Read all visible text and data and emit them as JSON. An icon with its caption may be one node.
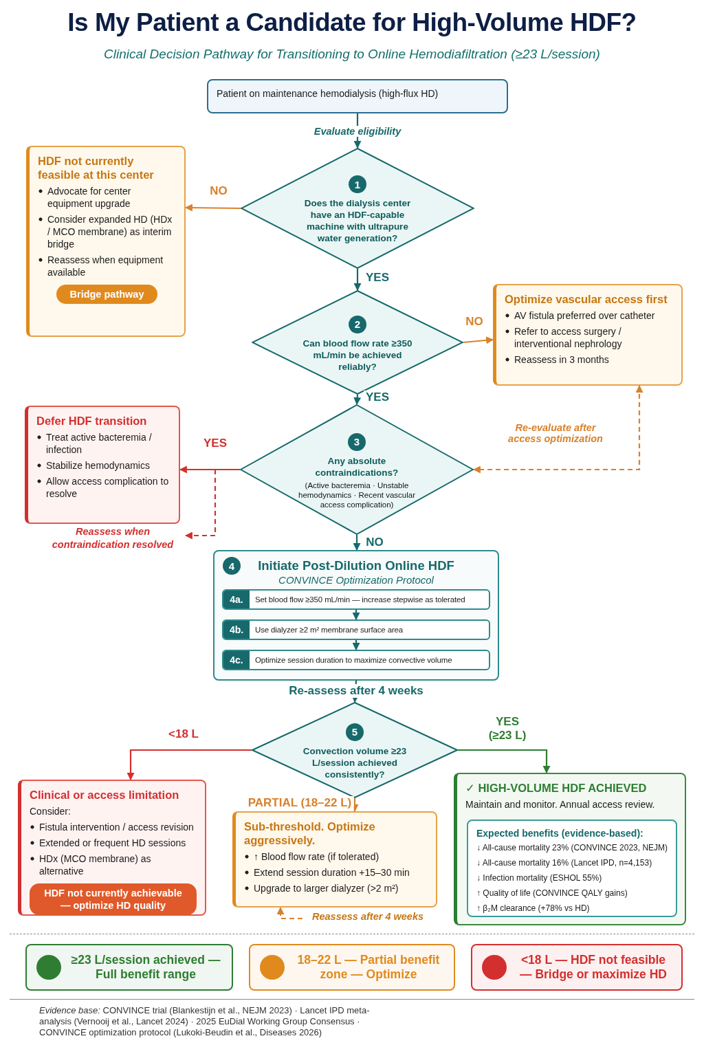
{
  "diagram": {
    "title": "Is My Patient a Candidate for High-Volume HDF?",
    "nodes": [
      {
        "text": [
          "Patient on maintenance hemodialysis (high-flux HD)"
        ]
      },
      {
        "text": [
          "1",
          "Does the dialysis center have an HDF-capable machine with ultrapure water generation?"
        ]
      },
      {
        "text": [
          "HDF not currently feasible at this center",
          "Advocate for center equipment upgrade",
          "Consider expanded HD (HDx / MCO membrane) as interim bridge",
          "Reassess when equipment available",
          "Bridge pathway"
        ]
      },
      {
        "text": [
          "2",
          "Can blood flow rate ≥350 mL/min be achieved reliably?"
        ]
      },
      {
        "text": [
          "Optimize vascular access first",
          "AV fistula preferred over catheter",
          "Refer to access surgery / interventional nephrology",
          "Reassess in 3 months"
        ]
      },
      {
        "text": [
          "3",
          "Any absolute contraindications?",
          "(Active bacteremia · Unstable hemodynamics · Recent vascular access complication)"
        ]
      },
      {
        "text": [
          "Defer HDF transition",
          "Treat active bacteremia / infection",
          "Stabilize hemodynamics",
          "Allow access complication to resolve"
        ]
      },
      {
        "text": [
          "Reassess when contraindication resolved"
        ]
      },
      {
        "text": [
          "4",
          "Initiate Post-Dilution Online HDF",
          "CONVINCE Optimization Protocol"
        ]
      },
      {
        "text": [
          "4a.",
          "Set blood flow ≥350 mL/min — increase stepwise as tolerated"
        ],
        "in": 8
      },
      {
        "text": [
          "4b.",
          "Use dialyzer ≥2 m² membrane surface area"
        ],
        "in": 8
      },
      {
        "text": [
          "4c.",
          "Optimize session duration to maximize convective volume"
        ],
        "in": 8
      },
      {
        "text": [
          "5",
          "Convection volume ≥23 L/session achieved consistently?"
        ]
      },
      {
        "text": [
          "Clinical or access limitation",
          "Consider:",
          "Fistula intervention / access revision",
          "Extended or frequent HD sessions",
          "HDx (MCO membrane) as alternative",
          "HDF not currently achievable — optimize HD quality"
        ]
      },
      {
        "text": [
          "Sub-threshold. Optimize aggressively.",
          "↑ Blood flow rate (if tolerated)",
          "Extend session duration +15–30 min",
          "Upgrade to larger dialyzer (>2 m²)"
        ]
      },
      {
        "text": [
          "Reassess after 4 weeks"
        ]
      },
      {
        "text": [
          "✓ HIGH-VOLUME HDF ACHIEVED",
          "Maintain and monitor. Annual access review."
        ]
      },
      {
        "text": [
          "Expected benefits (evidence-based):",
          "↓ All-cause mortality 23% (CONVINCE 2023, NEJM)",
          "↓ All-cause mortality 16% (Lancet IPD, n=4,153)",
          "↓ Infection mortality (ESHOL 55%)",
          "↑ Quality of life (CONVINCE QALY gains)",
          "↑ β₂M clearance (+78% vs HD)"
        ],
        "in": 16
      }
    ],
    "edges": [
      {
        "from": 0,
        "to": 1,
        "arrow": "to",
        "label": "Evaluate eligibility"
      },
      {
        "from": 1,
        "to": 2,
        "arrow": "to",
        "label": "NO",
        "color": "#d9822b"
      },
      {
        "from": 1,
        "to": 3,
        "arrow": "to",
        "label": "YES"
      },
      {
        "from": 3,
        "to": 4,
        "arrow": "to",
        "label": "NO",
        "color": "#d9822b"
      },
      {
        "from": 3,
        "to": 5,
        "arrow": "to",
        "label": "YES"
      },
      {
        "from": 4,
        "to": 5,
        "arrow": "both",
        "label": "Re-evaluate after access optimization",
        "style": "dashed",
        "color": "#d9822b"
      },
      {
        "from": 5,
        "to": 6,
        "arrow": "to",
        "label": "YES",
        "color": "#d32f2f"
      },
      {
        "from": 5,
        "to": 7,
        "arrow": "to",
        "style": "dashed",
        "color": "#d32f2f"
      },
      {
        "from": 5,
        "to": 8,
        "arrow": "to",
        "label": "NO"
      },
      {
        "from": 9,
        "to": 10,
        "arrow": "to"
      },
      {
        "from": 10,
        "to": 11,
        "arrow": "to"
      },
      {
        "from": 8,
        "to": 12,
        "arrow": "to",
        "label": "Re-assess after 4 weeks"
      },
      {
        "from": 12,
        "to": 13,
        "arrow": "to",
        "label": "<18 L",
        "color": "#d32f2f"
      },
      {
        "from": 12,
        "to": 14,
        "arrow": "to",
        "label": "PARTIAL (18–22 L)",
        "color": "#d9822b"
      },
      {
        "from": 12,
        "to": 16,
        "arrow": "to",
        "label": "YES (≥23 L)",
        "color": "#2e7d32"
      },
      {
        "from": 15,
        "to": 14,
        "arrow": "to",
        "style": "dashed",
        "color": "#d9822b"
      }
    ],
    "labels": [
      "Clinical Decision Pathway for Transitioning to Online Hemodiafiltration (≥23 L/session)",
      "*Evidence base:* CONVINCE trial (Blankestijn et al., NEJM 2023) · Lancet IPD meta-analysis (Vernooij et al., Lancet 2024) · 2025 EuDial Working Group Consensus · CONVINCE optimization protocol (Lukoki-Beudin et al., Diseases 2026)"
    ],
    "legend": [
      {
        "text": "≥23 L/session achieved — Full benefit range",
        "color": "#2e7d32"
      },
      {
        "text": "18–22 L — Partial benefit zone — Optimize",
        "color": "#e08a1e"
      },
      {
        "text": "<18 L — HDF not feasible — Bridge or maximize HD",
        "color": "#d32f2f"
      }
    ]
  }
}
